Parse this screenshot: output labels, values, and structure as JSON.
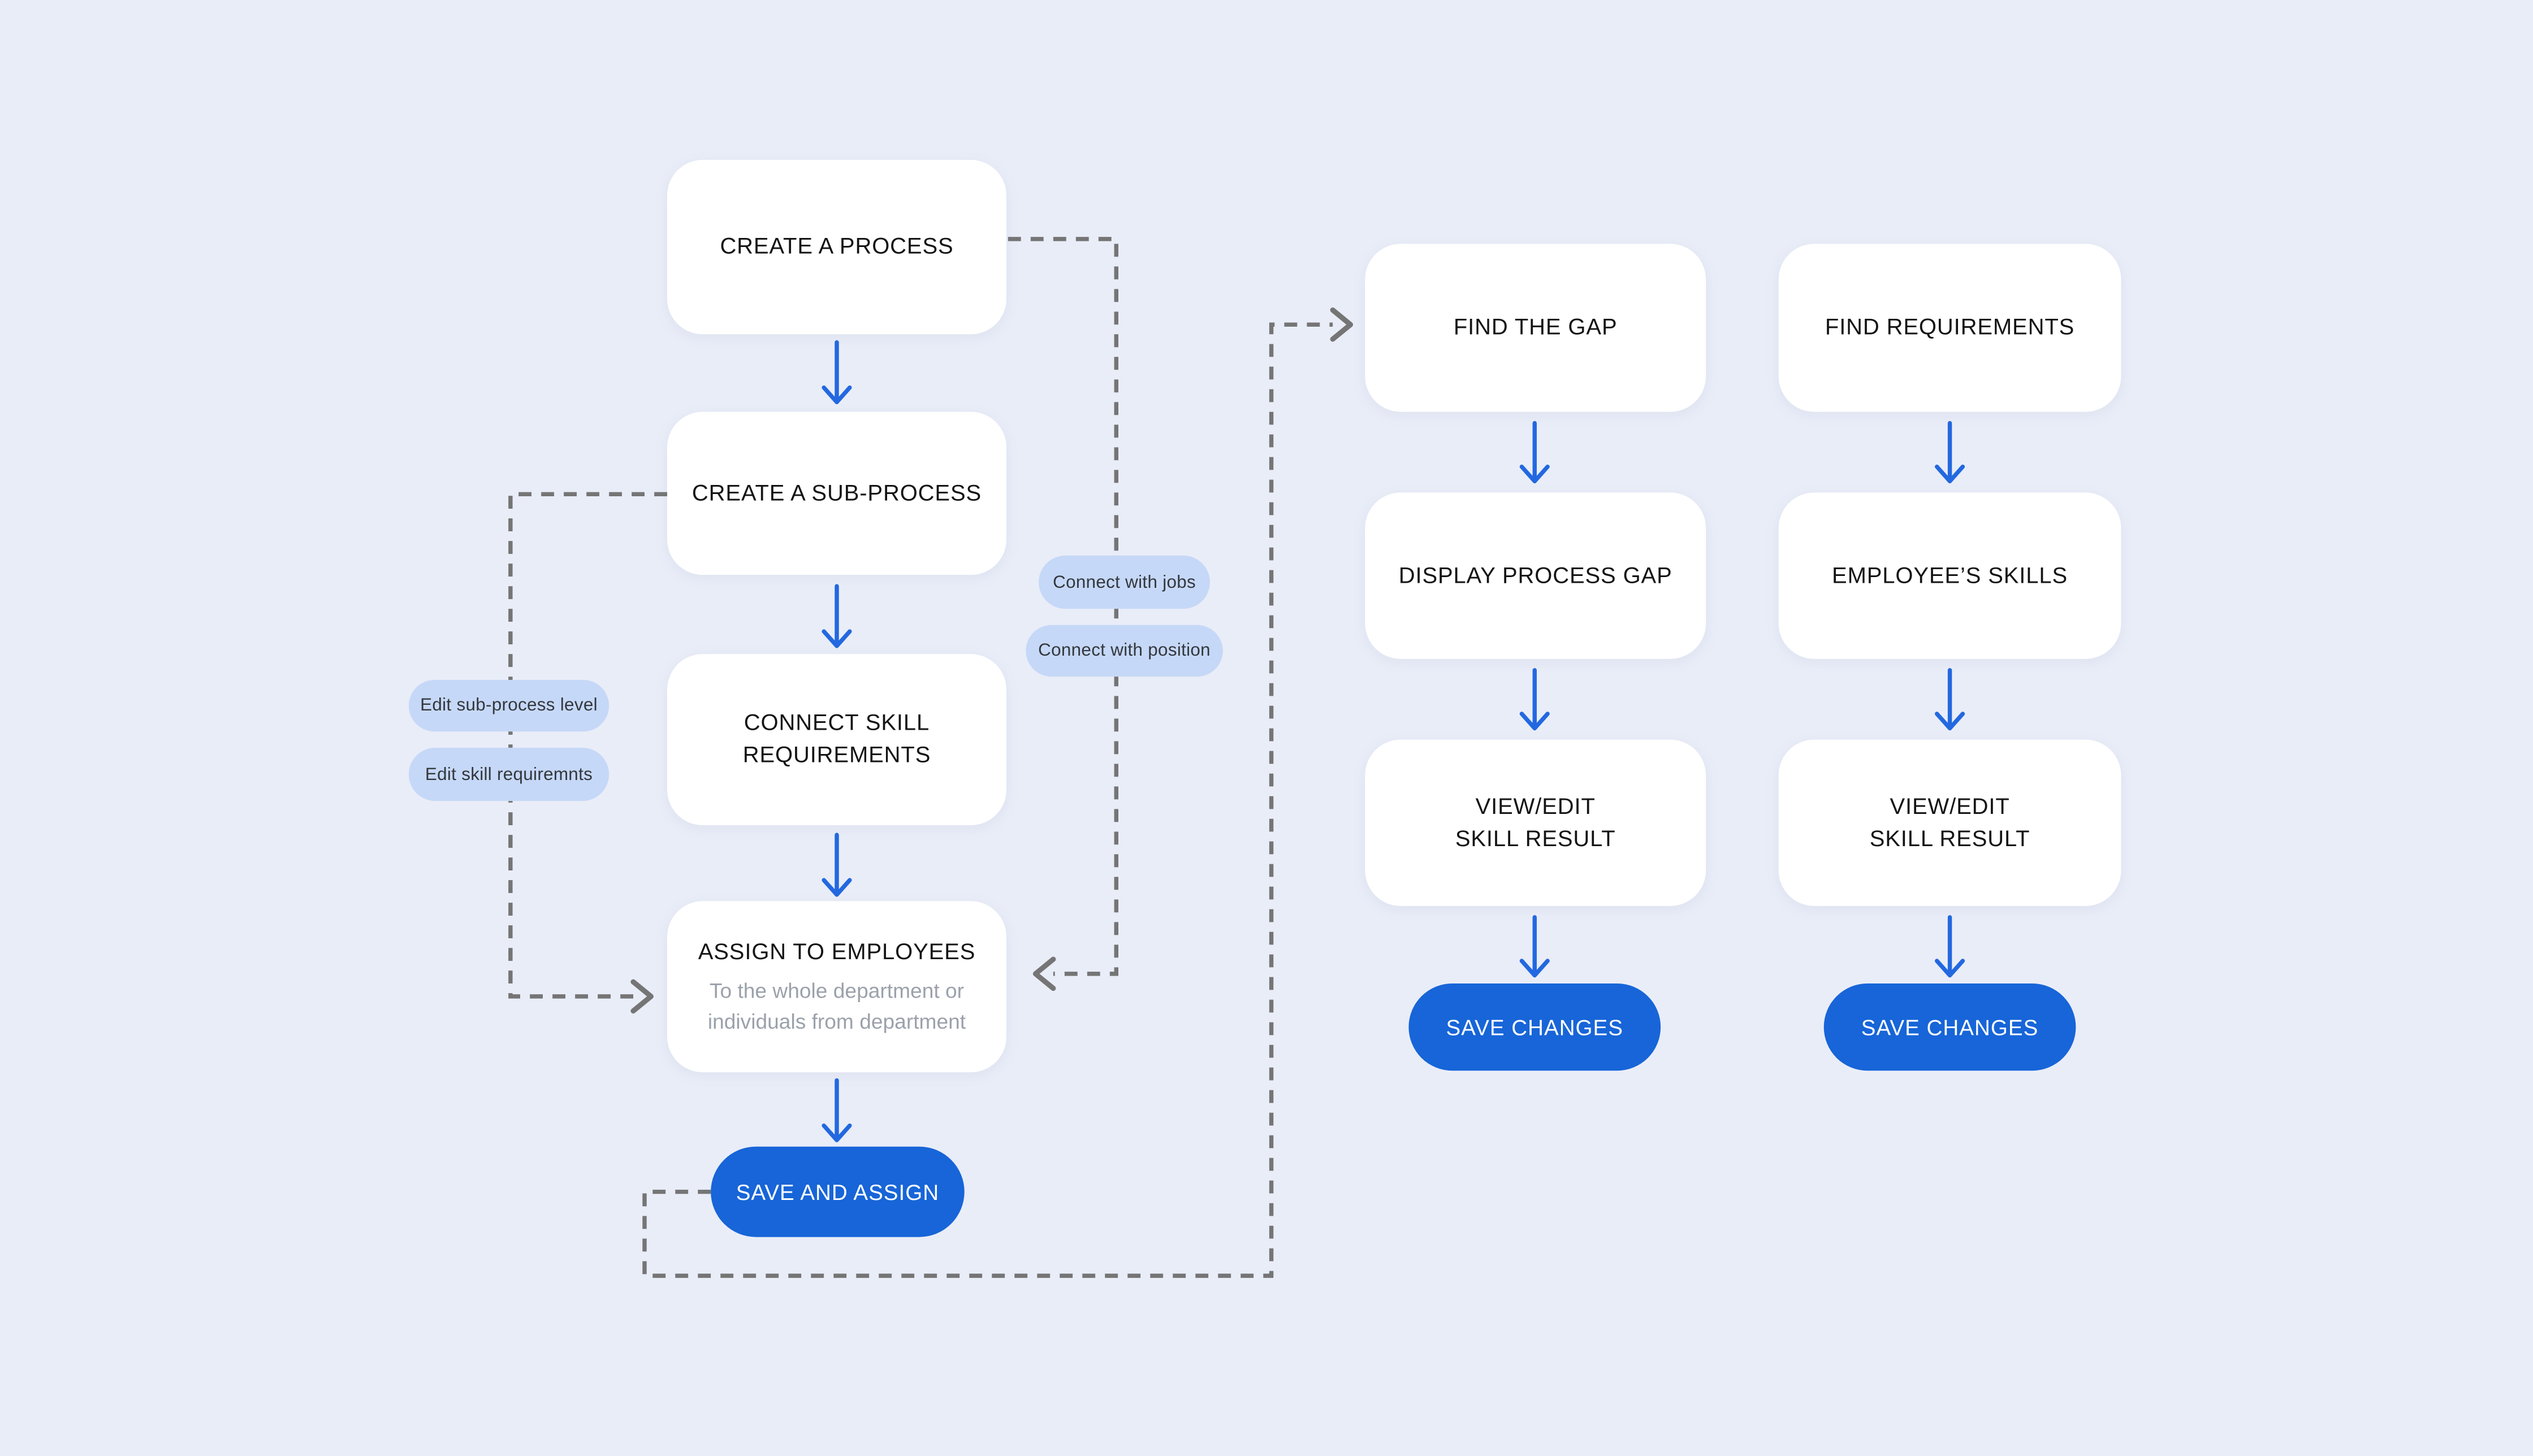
{
  "colors": {
    "background": "#E9EDF8",
    "node_fill": "#FFFFFF",
    "node_text": "#141414",
    "note_text": "#9BA1AB",
    "primary_button_fill": "#1765D8",
    "primary_button_text": "#FFFFFF",
    "tag_fill": "#C6D8F7",
    "tag_text": "#33373D",
    "flow_arrow": "#2368E0",
    "dashed_line": "#757575"
  },
  "main_flow": {
    "step1": "CREATE A PROCESS",
    "step2": "CREATE A SUB-PROCESS",
    "step3": "CONNECT SKILL\nREQUIREMENTS",
    "step4": "ASSIGN TO EMPLOYEES",
    "step4_note": "To the whole department or\nindividuals from department",
    "action": "SAVE AND ASSIGN"
  },
  "gap_flow": {
    "step1": "FIND THE GAP",
    "step2": "DISPLAY PROCESS GAP",
    "step3": "VIEW/EDIT\nSKILL RESULT",
    "action": "SAVE CHANGES"
  },
  "requirements_flow": {
    "step1": "FIND REQUIREMENTS",
    "step2": "EMPLOYEE’S SKILLS",
    "step3": "VIEW/EDIT\nSKILL RESULT",
    "action": "SAVE CHANGES"
  },
  "tags": {
    "edit_sub_process_level": "Edit sub-process level",
    "edit_skill_requiremnts": "Edit skill requiremnts",
    "connect_with_jobs": "Connect with jobs",
    "connect_with_position": "Connect with position"
  }
}
